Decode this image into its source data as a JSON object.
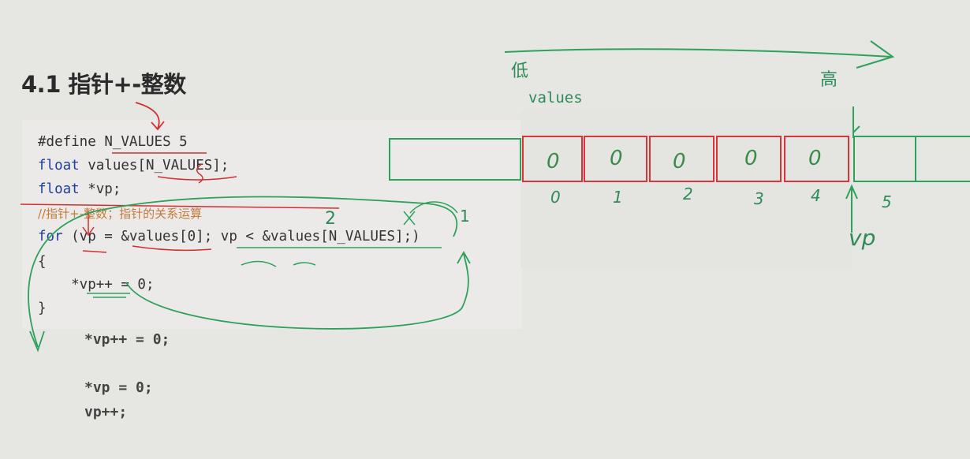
{
  "title": "4.1 指针+-整数",
  "code": {
    "line1": {
      "directive": "#define",
      "name": "N_VALUES",
      "value": "5"
    },
    "line2": {
      "kw": "float",
      "rest": " values[N_VALUES];"
    },
    "line3": {
      "kw": "float",
      "rest": " *vp;"
    },
    "line4": {
      "comment": "//指针+-整数；指针的关系运算"
    },
    "line5": {
      "kw": "for",
      "rest": " (vp = &values[0]; vp < &values[N_VALUES];)"
    },
    "line6": "{",
    "line7": "    *vp++ = 0;",
    "line8": "}"
  },
  "explain": {
    "line1": "*vp++ = 0;",
    "line2": "*vp = 0;",
    "line3": "vp++;"
  },
  "diagram": {
    "label_low": "低",
    "label_high": "高",
    "array_name": "values",
    "cells": [
      "0",
      "0",
      "0",
      "0",
      "0"
    ],
    "indices": [
      "0",
      "1",
      "2",
      "3",
      "4",
      "5"
    ],
    "pointer_label": "vp",
    "annotation_2": "2",
    "annotation_1": "1"
  },
  "colors": {
    "cell_border": "#d9343a",
    "outer_border": "#2ea15a",
    "ink_green": "#2e8b57",
    "ink_red": "#d03030"
  }
}
